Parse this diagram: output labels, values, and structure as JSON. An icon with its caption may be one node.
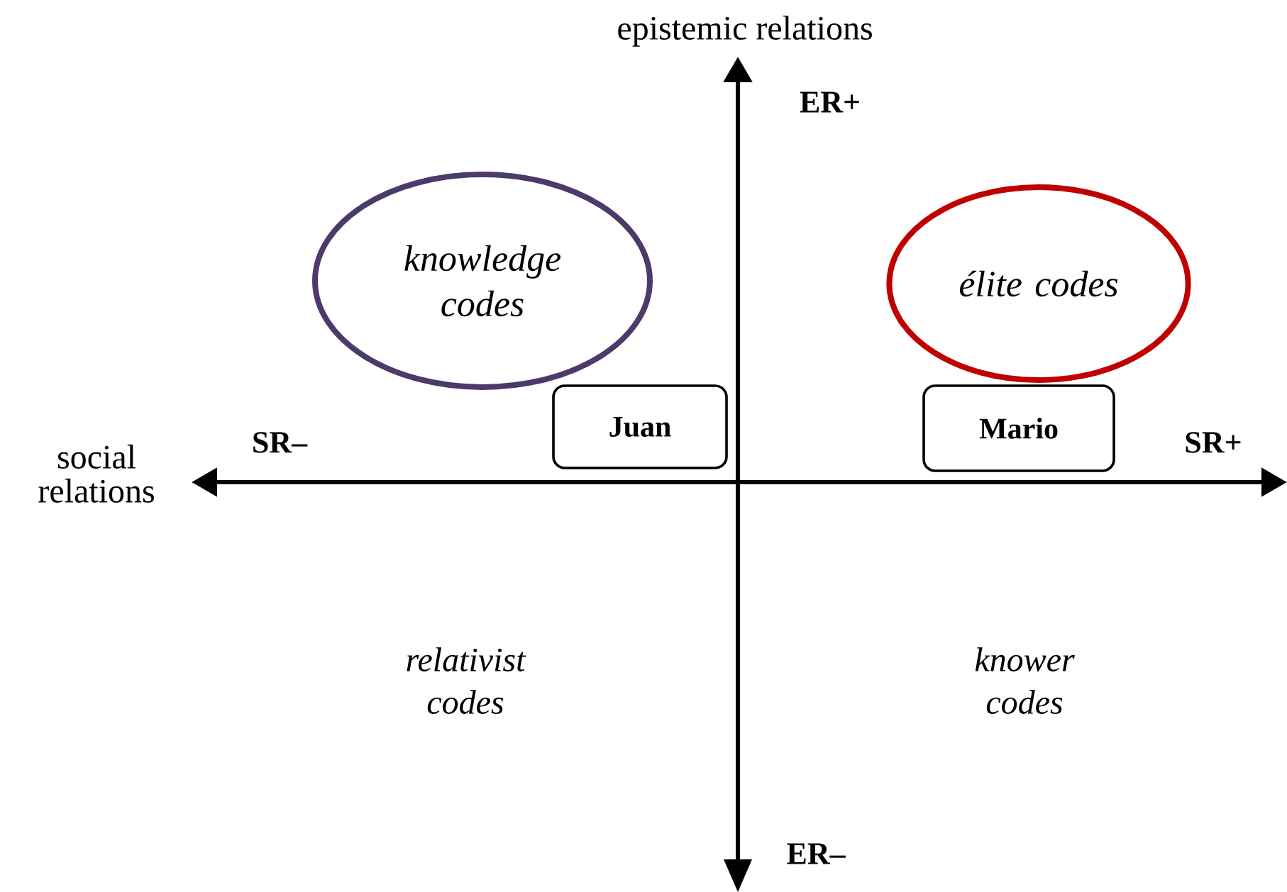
{
  "diagram": {
    "nodes": [
      {
        "text": [
          "knowledge codes"
        ]
      },
      {
        "text": [
          "élite codes"
        ]
      },
      {
        "text": [
          "Juan"
        ]
      },
      {
        "text": [
          "Mario"
        ]
      }
    ],
    "labels": [
      "epistemic relations",
      "ER+",
      "SR–",
      "social relations",
      "SR+",
      "relativist codes",
      "knower codes",
      "ER–"
    ]
  }
}
